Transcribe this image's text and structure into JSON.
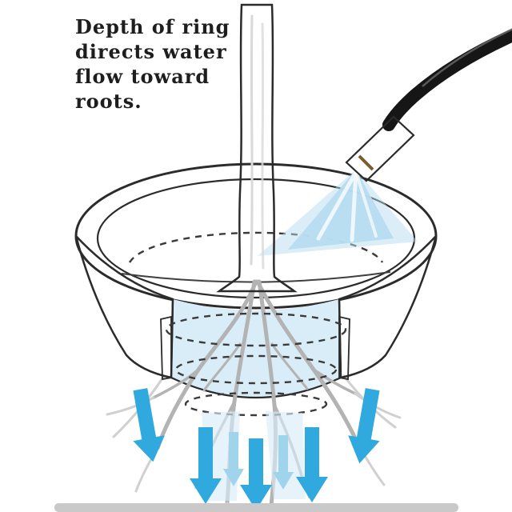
{
  "caption": {
    "lines": [
      "Depth of ring",
      "directs water",
      "flow toward",
      "roots."
    ]
  },
  "colors": {
    "water": "#c4e2f2",
    "water_light": "#d9edf9",
    "spray": "#b7dcf0",
    "arrow": "#2fa9de",
    "arrow_light": "#9fd4ec",
    "nozzle": "#c6a264",
    "nozzle_band": "#7a5c30",
    "hose": "#161616",
    "trunk": "#efefef",
    "trunk_streak": "#d9d9d9",
    "root": "#b3b3b3",
    "root_light": "#d0d0d0",
    "outline": "#2b2b2b",
    "bottom_bar": "#c9c9c9"
  }
}
